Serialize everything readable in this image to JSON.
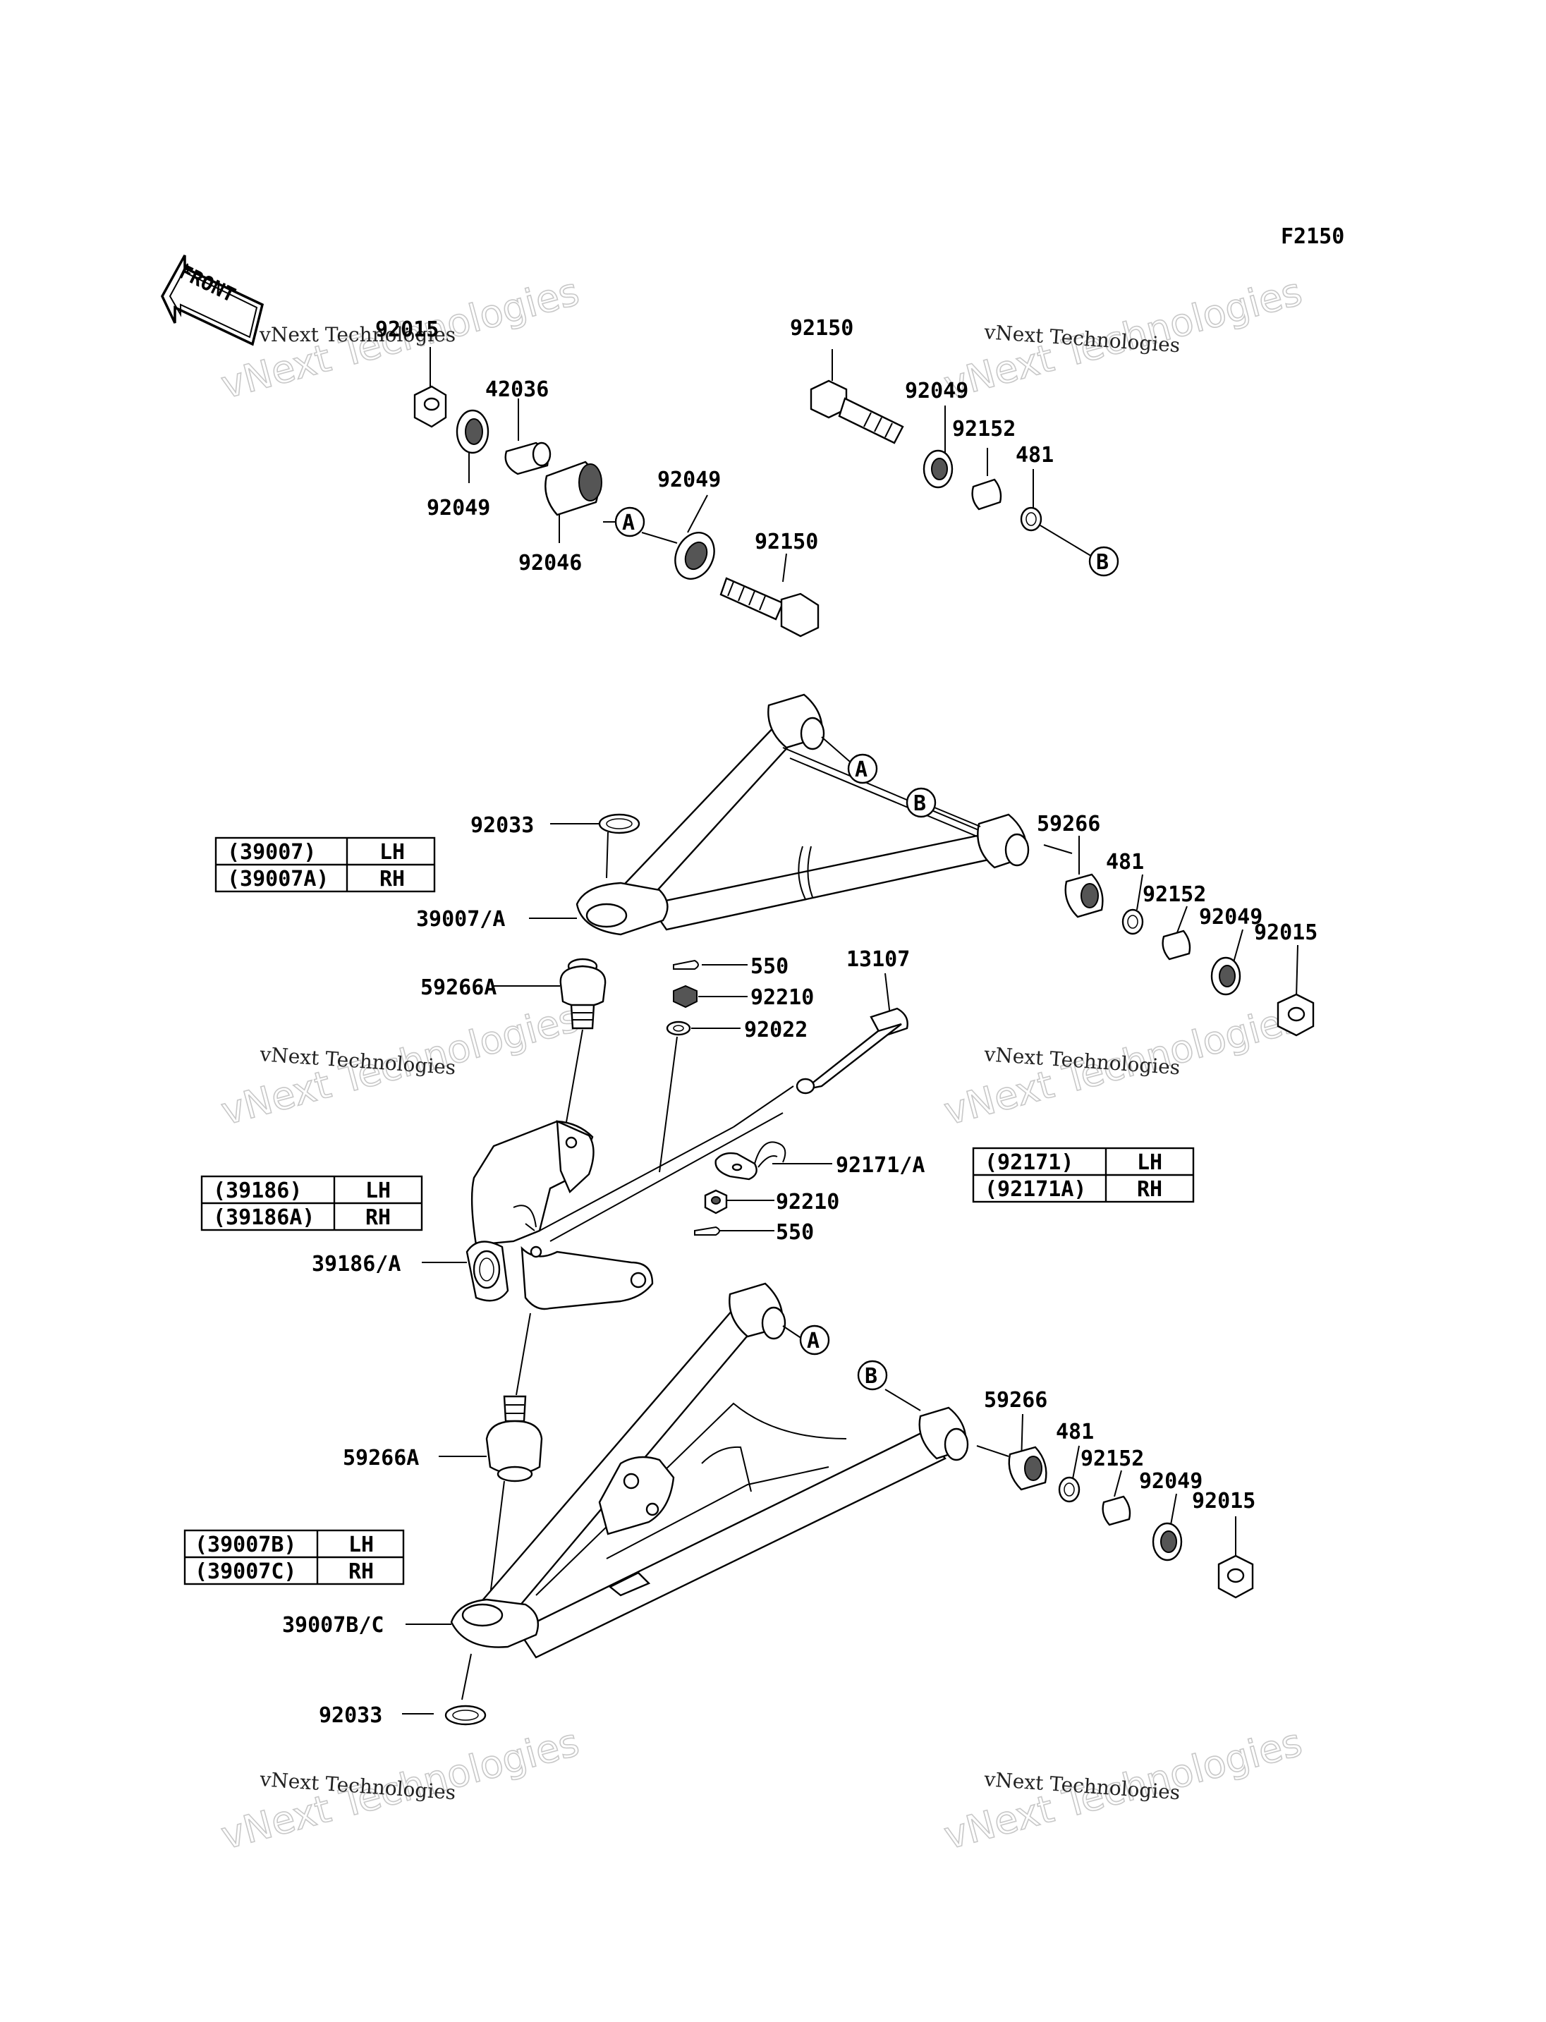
{
  "diagram_code": "F2150",
  "front_badge": "FRONT",
  "watermark_text_1": "vNext Technologies",
  "watermark_text_2": "vNext Technologies",
  "labels": {
    "l92015a": "92015",
    "l42036": "42036",
    "l92049a": "92049",
    "l92046": "92046",
    "l92049b": "92049",
    "l92150a": "92150",
    "l92150b": "92150",
    "l92049c": "92049",
    "l92152a": "92152",
    "l481a": "481",
    "l92033a": "92033",
    "l39007A": "39007/A",
    "l59266a": "59266",
    "l481b": "481",
    "l92152b": "92152",
    "l92049d": "92049",
    "l92015b": "92015",
    "l59266A1": "59266A",
    "l550a": "550",
    "l92210a": "92210",
    "l92022": "92022",
    "l13107": "13107",
    "l92171A": "92171/A",
    "l92210b": "92210",
    "l550b": "550",
    "l39186A": "39186/A",
    "l59266b": "59266",
    "l481c": "481",
    "l92152c": "92152",
    "l92049e": "92049",
    "l92015c": "92015",
    "l59266A2": "59266A",
    "l39007BC": "39007B/C",
    "l92033b": "92033"
  },
  "callouts": {
    "a_top": "A",
    "b_top": "B",
    "a_upper": "A",
    "b_upper": "B",
    "a_lower": "A",
    "b_lower": "B"
  },
  "tables": {
    "t39007": [
      [
        "(39007)",
        "LH"
      ],
      [
        "(39007A)",
        "RH"
      ]
    ],
    "t39186": [
      [
        "(39186)",
        "LH"
      ],
      [
        "(39186A)",
        "RH"
      ]
    ],
    "t92171": [
      [
        "(92171)",
        "LH"
      ],
      [
        "(92171A)",
        "RH"
      ]
    ],
    "t39007b": [
      [
        "(39007B)",
        "LH"
      ],
      [
        "(39007C)",
        "RH"
      ]
    ]
  }
}
